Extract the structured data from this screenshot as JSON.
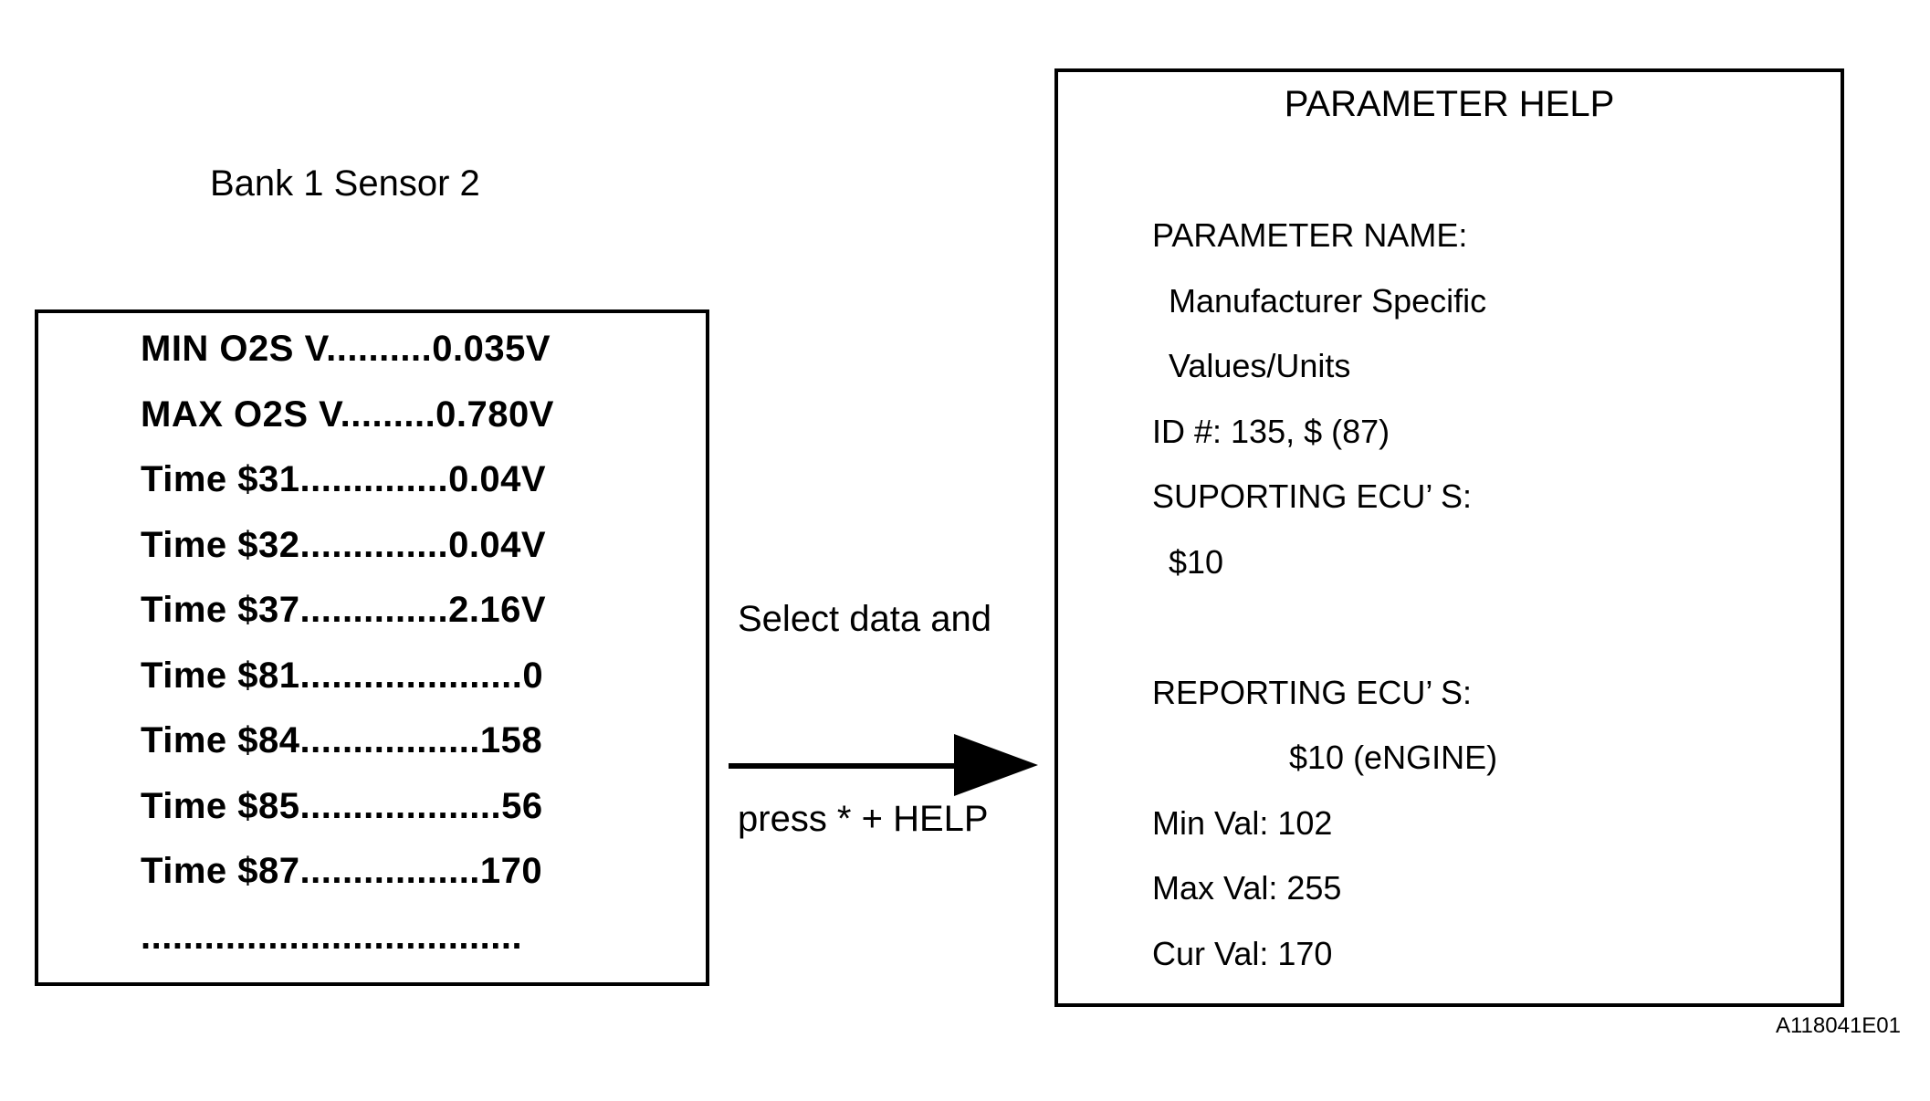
{
  "page": {
    "background": "#ffffff",
    "ink": "#000000",
    "figure_code": "A118041E01"
  },
  "data_list_screen": {
    "label": "Bank 1 Sensor 2",
    "lines": [
      "MIN O2S V..........0.035V",
      "MAX O2S V.........0.780V",
      "Time $31..............0.04V",
      "Time $32..............0.04V",
      "Time $37..............2.16V",
      "Time $81.....................0",
      "Time $84.................158",
      "Time $85...................56",
      "Time $87.................170",
      "...................................."
    ]
  },
  "transition": {
    "instruction_line1": "Select data and",
    "instruction_line2": "press * + HELP",
    "arrow_icon": "right-arrow"
  },
  "parameter_help_screen": {
    "title": "PARAMETER HELP",
    "lines": [
      "PARAMETER NAME:",
      "Manufacturer Specific",
      "Values/Units",
      "ID #: 135, $ (87)",
      "SUPORTING ECU’ S:",
      "$10",
      "REPORTING ECU’ S:",
      "$10 (eNGINE)",
      "Min Val: 102",
      "Max Val: 255",
      "Cur Val: 170"
    ]
  }
}
